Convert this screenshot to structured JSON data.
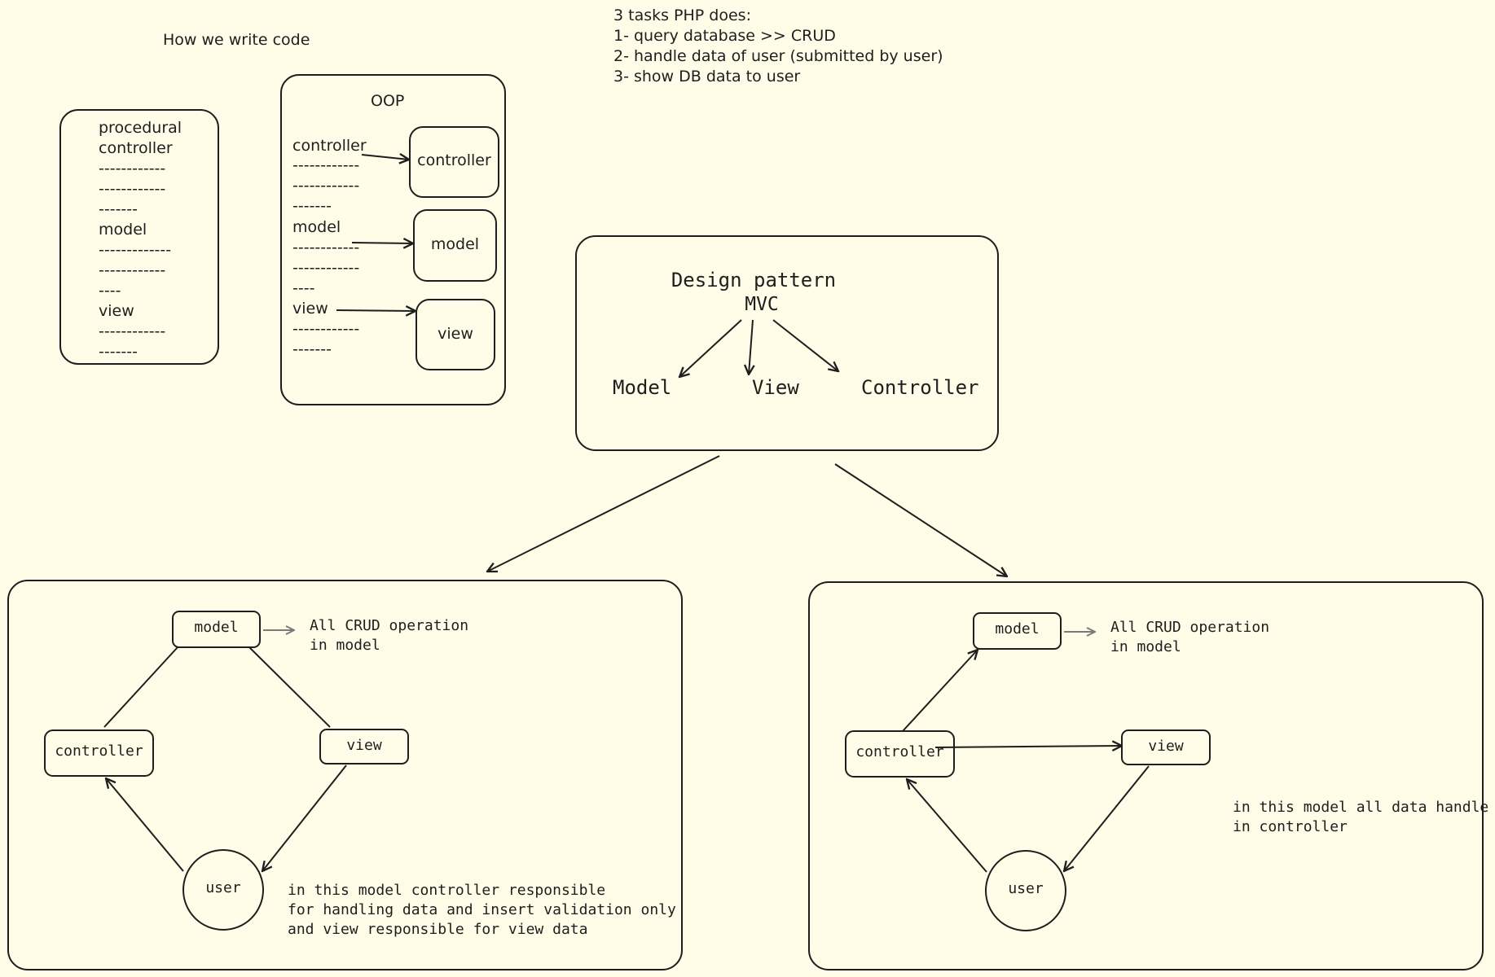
{
  "labels": {
    "how_we_write": "How we write code",
    "tasks_title": "3 tasks PHP does:",
    "task1": "1- query database >> CRUD",
    "task2": "2- handle data of user (submitted by user)",
    "task3": "3- show DB data to user",
    "proc_title_1": "procedural",
    "proc_title_2": "controller",
    "proc_dash_1": "------------",
    "proc_dash_2": "------------",
    "proc_dash_3": "-------",
    "proc_model": "model",
    "proc_dash_4": "-------------",
    "proc_dash_5": "------------",
    "proc_dash_6": "----",
    "proc_view": "view",
    "proc_dash_7": "------------",
    "proc_dash_8": "-------",
    "oop_title": "OOP",
    "oop_controller": "controller",
    "oop_dash_1": "------------",
    "oop_dash_2": "------------",
    "oop_dash_3": "-------",
    "oop_model": "model",
    "oop_dash_4": "------------",
    "oop_dash_5": "------------",
    "oop_dash_6": "----",
    "oop_view": "view",
    "oop_dash_7": "------------",
    "oop_dash_8": "-------",
    "oop_box_controller": "controller",
    "oop_box_model": "model",
    "oop_box_view": "view",
    "dp_title": "Design pattern",
    "dp_mvc": "MVC",
    "dp_model": "Model",
    "dp_view": "View",
    "dp_controller": "Controller",
    "l_model": "model",
    "l_controller": "controller",
    "l_view": "view",
    "l_user": "user",
    "l_crud_1": "All CRUD operation",
    "l_crud_2": "in model",
    "l_note_1": "in this model controller responsible",
    "l_note_2": "for handling data and insert validation only",
    "l_note_3": "and view responsible for view data",
    "r_model": "model",
    "r_controller": "controller",
    "r_view": "view",
    "r_user": "user",
    "r_crud_1": "All CRUD operation",
    "r_crud_2": "in model",
    "r_note_1": "in this model all data handle",
    "r_note_2": "in controller"
  },
  "colors": {
    "background": "#fffce8",
    "stroke": "#1e1e1e",
    "muted_arrow": "#7a7a7a"
  }
}
